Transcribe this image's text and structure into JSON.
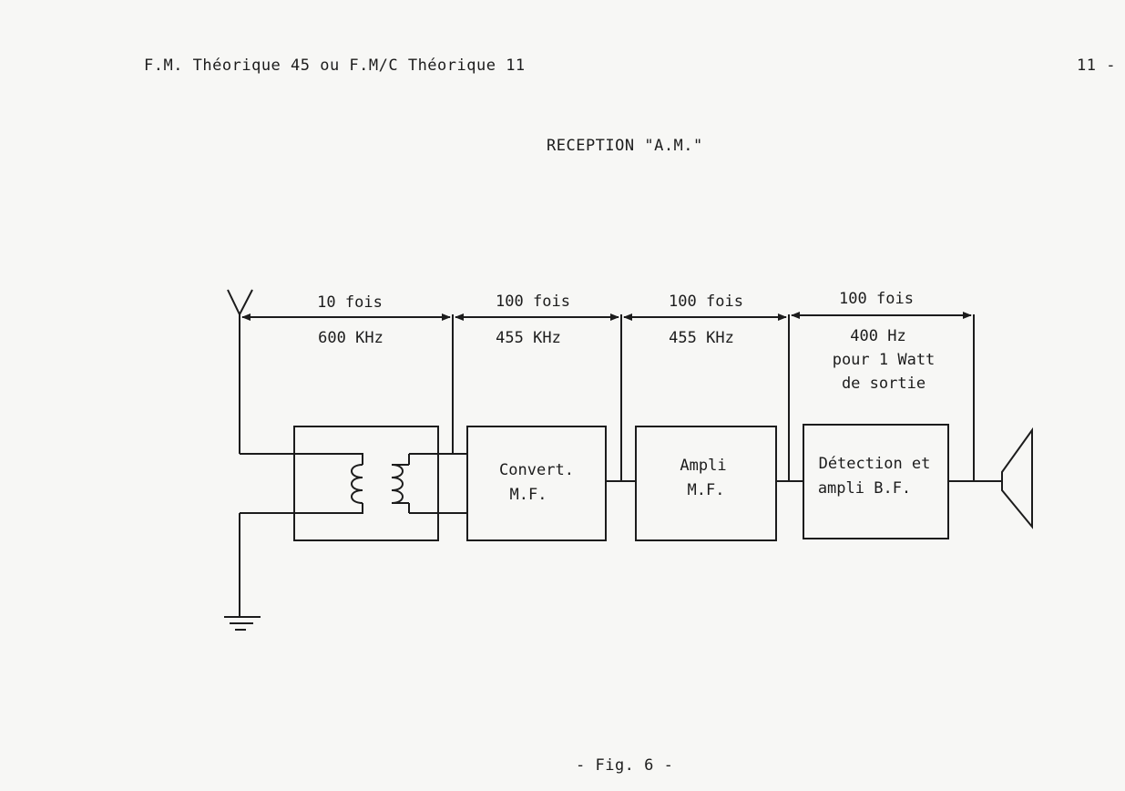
{
  "header": {
    "left": "F.M. Théorique 45  ou  F.M/C Théorique 11",
    "right": "11 -"
  },
  "title": "RECEPTION \"A.M.\"",
  "stages": [
    {
      "gain": "10 fois",
      "freq": "600 KHz"
    },
    {
      "gain": "100 fois",
      "freq": "455 KHz"
    },
    {
      "gain": "100 fois",
      "freq": "455 KHz"
    },
    {
      "gain": "100 fois",
      "freq_lines": [
        "400 Hz",
        "pour 1 Watt",
        "de sortie"
      ]
    }
  ],
  "blocks": [
    {
      "lines": [
        "Convert.",
        "M.F."
      ]
    },
    {
      "lines": [
        "Ampli",
        "M.F."
      ]
    },
    {
      "lines": [
        "Détection et",
        "ampli B.F."
      ]
    }
  ],
  "caption": "- Fig. 6 -"
}
